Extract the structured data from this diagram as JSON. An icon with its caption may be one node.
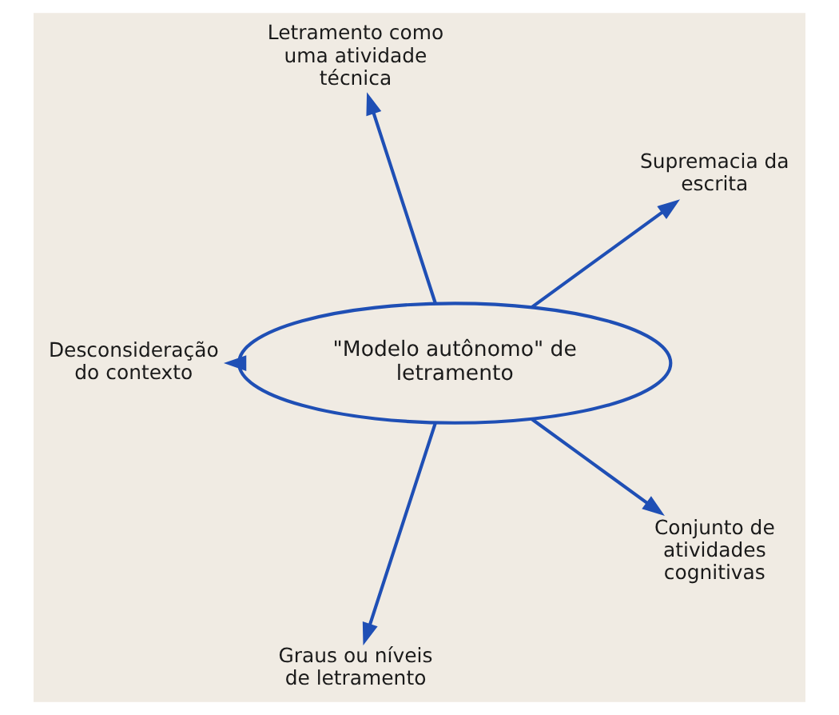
{
  "diagram": {
    "nodes": [
      {
        "text": [
          "\"Modelo autônomo\" de letramento"
        ]
      },
      {
        "text": [
          "Supremacia da escrita"
        ]
      },
      {
        "text": [
          "Letramento como uma atividade técnica"
        ]
      },
      {
        "text": [
          "Desconsideração do contexto"
        ]
      },
      {
        "text": [
          "Graus ou níveis de letramento"
        ]
      },
      {
        "text": [
          "Conjunto de atividades cognitivas"
        ]
      }
    ],
    "edges": [
      {
        "from": 0,
        "to": 1,
        "arrow": "to",
        "color": "#1f4fb5"
      },
      {
        "from": 0,
        "to": 2,
        "arrow": "to",
        "color": "#1f4fb5"
      },
      {
        "from": 0,
        "to": 3,
        "arrow": "to",
        "color": "#1f4fb5"
      },
      {
        "from": 0,
        "to": 4,
        "arrow": "to",
        "color": "#1f4fb5"
      },
      {
        "from": 0,
        "to": 5,
        "arrow": "to",
        "color": "#1f4fb5"
      }
    ]
  }
}
